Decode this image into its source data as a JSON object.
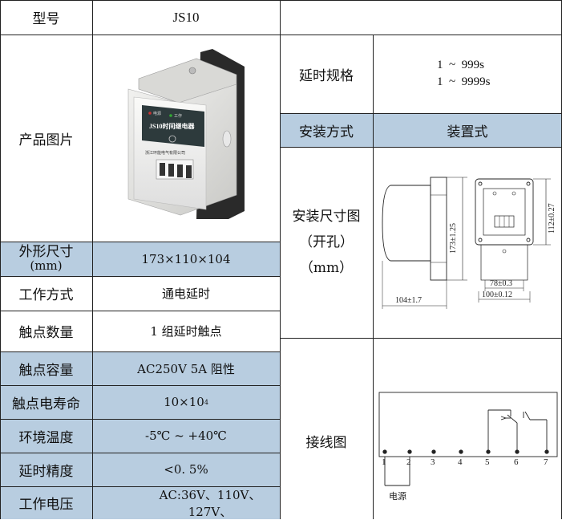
{
  "left_table": {
    "model": {
      "label": "型号",
      "value": "JS10"
    },
    "product_image": {
      "label": "产品图片",
      "device_name": "JS10时间继电器",
      "indicator_power": "电源",
      "indicator_work": "工作",
      "maker": "浙江环能电气有限公司"
    },
    "dimensions": {
      "label_line1": "外形尺寸",
      "label_line2": "(mm)",
      "value": "173×110×104"
    },
    "work_mode": {
      "label": "工作方式",
      "value": "通电延时"
    },
    "contact_count": {
      "label": "触点数量",
      "value": "1 组延时触点"
    },
    "contact_capacity": {
      "label": "触点容量",
      "value": "AC250V  5A  阻性"
    },
    "contact_life": {
      "label": "触点电寿命",
      "value_base": "10×10",
      "value_exp": "4"
    },
    "ambient_temp": {
      "label": "环境温度",
      "value": "-5℃ ~ +40℃"
    },
    "delay_accuracy": {
      "label": "延时精度",
      "value": "<0. 5%"
    },
    "work_voltage": {
      "label": "工作电压",
      "value": "AC:36V、110V、127V、"
    }
  },
  "right_table": {
    "delay_spec": {
      "label": "延时规格",
      "line1": "1  ~  999s",
      "line2": "1  ~  9999s"
    },
    "install_method": {
      "label": "安装方式",
      "value": "装置式"
    },
    "install_drawing": {
      "label_line1": "安装尺寸图",
      "label_line2": "（开孔）",
      "label_line3": "（mm）",
      "dim_height": "173±1.25",
      "dim_depth": "104±1.7",
      "dim_right_height": "112±0.27",
      "dim_width_inner": "78±0.3",
      "dim_width_outer": "100±0.12"
    },
    "wiring": {
      "label": "接线图",
      "terminals": [
        "1",
        "2",
        "3",
        "4",
        "5",
        "6",
        "7"
      ],
      "power_label": "电源"
    }
  }
}
